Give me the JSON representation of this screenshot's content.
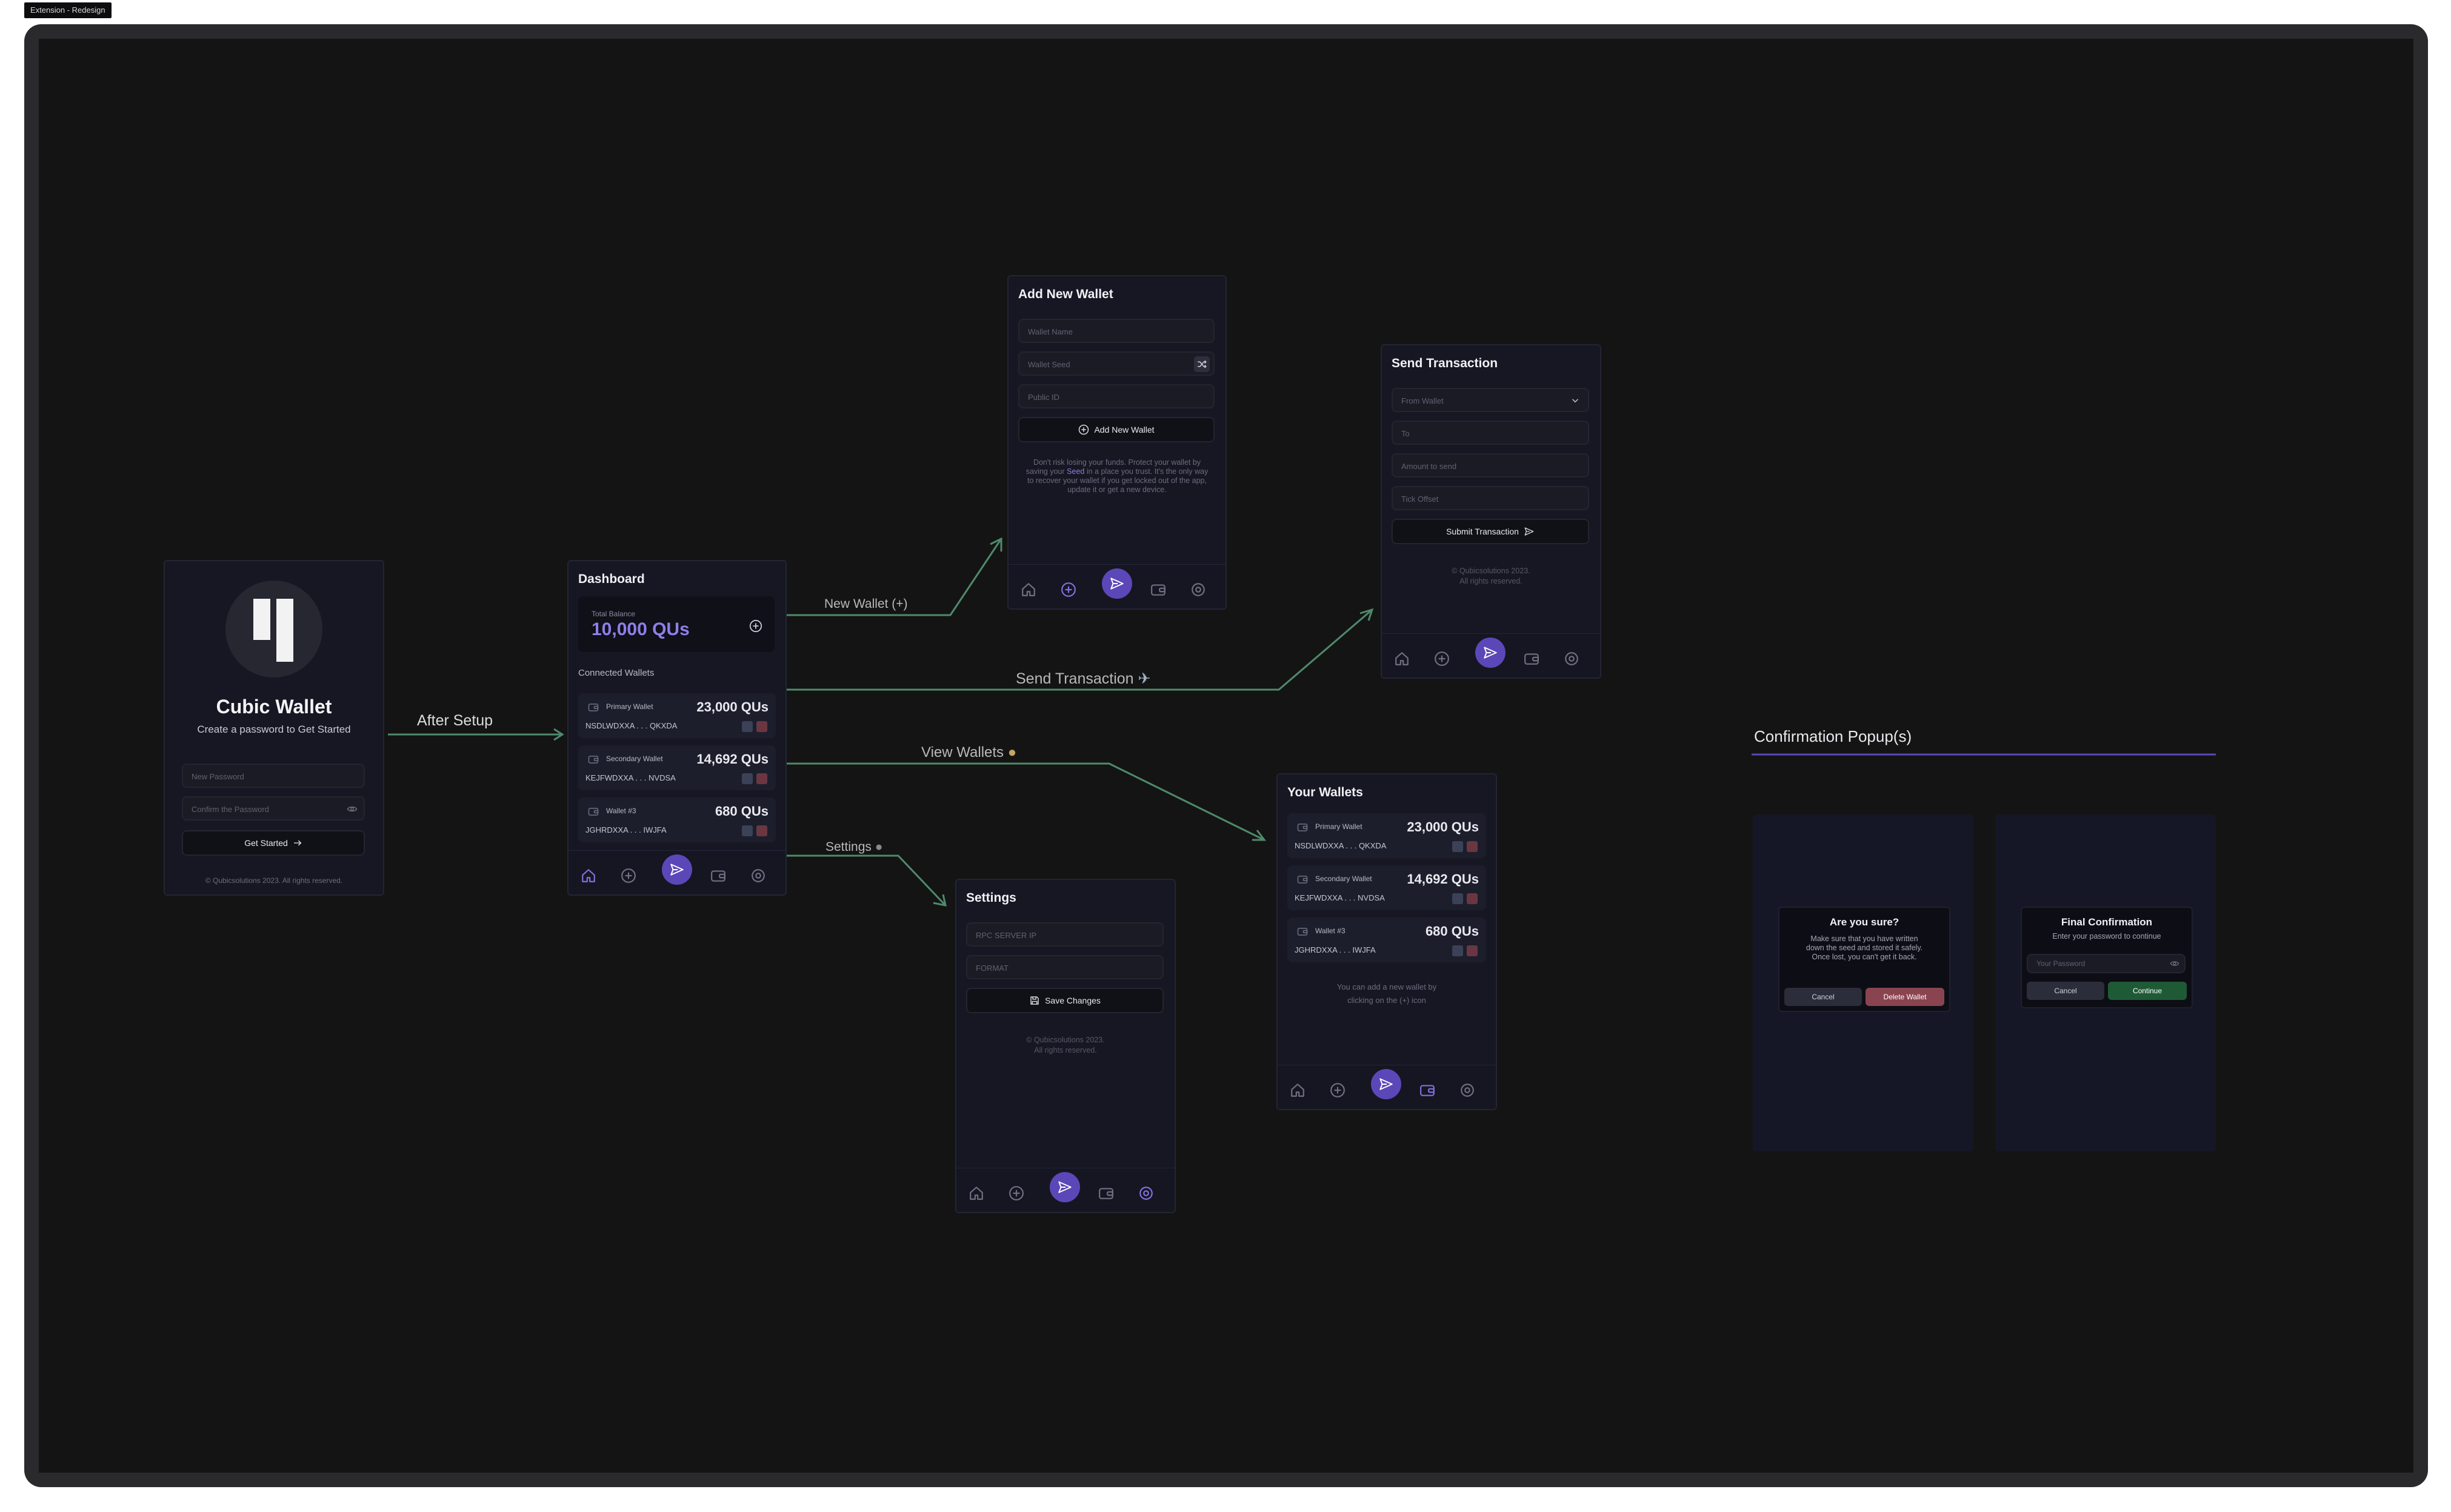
{
  "file_label": "Extension - Redesign",
  "colors": {
    "accent": "#5c47b8",
    "balance": "#8d7fe8",
    "connector": "#4f8a6c",
    "delete": "#8a4450",
    "continue": "#1f5a36"
  },
  "flow_labels": {
    "after_setup": "After Setup",
    "new_wallet": "New Wallet (+)",
    "send_transaction": "Send Transaction",
    "view_wallets": "View Wallets",
    "settings": "Settings"
  },
  "cubic": {
    "title": "Cubic Wallet",
    "subtitle": "Create a password to Get Started",
    "new_password_placeholder": "New Password",
    "confirm_password_placeholder": "Confirm the Password",
    "button": "Get Started",
    "footer": "© Qubicsolutions 2023. All rights reserved."
  },
  "dashboard": {
    "title": "Dashboard",
    "balance_label": "Total Balance",
    "balance_value": "10,000 QUs",
    "section": "Connected Wallets",
    "wallets": [
      {
        "name": "Primary Wallet",
        "amount": "23,000 QUs",
        "address": "NSDLWDXXA . . . QKXDA"
      },
      {
        "name": "Secondary Wallet",
        "amount": "14,692 QUs",
        "address": "KEJFWDXXA . . . NVDSA"
      },
      {
        "name": "Wallet #3",
        "amount": "680 QUs",
        "address": "JGHRDXXA . . . IWJFA"
      }
    ]
  },
  "add_wallet": {
    "title": "Add New Wallet",
    "name_placeholder": "Wallet Name",
    "seed_placeholder": "Wallet Seed",
    "public_placeholder": "Public ID",
    "button": "Add New Wallet",
    "note_before": "Don't risk losing your funds. Protect your wallet by saving your ",
    "note_link": "Seed",
    "note_after": " in a place you trust. It's the only way to recover your wallet if you get locked out of the app, update it or get a new device."
  },
  "send": {
    "title": "Send Transaction",
    "from_placeholder": "From Wallet",
    "to_placeholder": "To",
    "amount_placeholder": "Amount to send",
    "tick_placeholder": "Tick Offset",
    "button": "Submit Transaction",
    "footer_line1": "© Qubicsolutions 2023.",
    "footer_line2": "All rights reserved."
  },
  "settings": {
    "title": "Settings",
    "rpc_placeholder": "RPC SERVER IP",
    "format_placeholder": "FORMAT",
    "button": "Save Changes",
    "footer_line1": "© Qubicsolutions 2023.",
    "footer_line2": "All rights reserved."
  },
  "your_wallets": {
    "title": "Your Wallets",
    "hint_line1": "You can add a new wallet by",
    "hint_line2": "clicking on the (+) icon"
  },
  "popups": {
    "heading": "Confirmation Popup(s)",
    "confirm": {
      "title": "Are you sure?",
      "line1": "Make sure that you have written",
      "line2": "down the seed and stored it safely.",
      "line3": "Once lost, you can't get it back.",
      "cancel": "Cancel",
      "delete": "Delete Wallet"
    },
    "final": {
      "title": "Final Confirmation",
      "subtitle": "Enter your password to continue",
      "password_placeholder": "Your Password",
      "cancel": "Cancel",
      "continue": "Continue"
    }
  }
}
